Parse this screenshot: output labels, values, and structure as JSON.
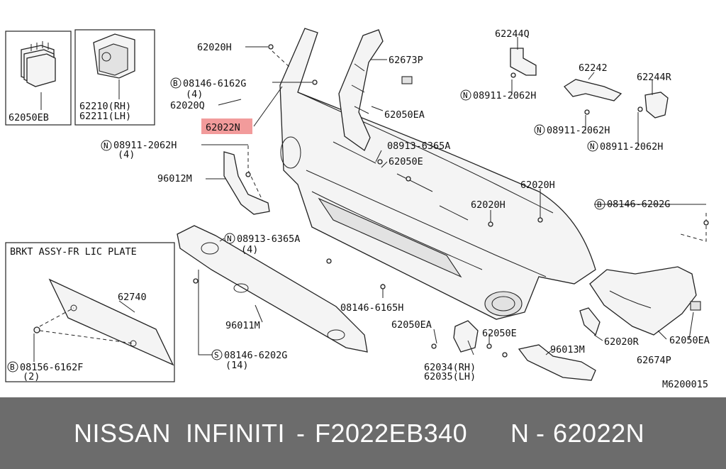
{
  "diagram_id": "M6200015",
  "footer": {
    "brand": "NISSAN  INFINITI",
    "dash1": "-",
    "oem_number": "F2022EB340",
    "n_prefix": "N",
    "dash2": "-",
    "part_number": "62022N"
  },
  "inset_boxes": {
    "clips_box_label": "62050EB",
    "bracket_box_label_rh": "62210(RH)",
    "bracket_box_label_lh": "62211(LH)",
    "lic_plate_title": "BRKT ASSY-FR LIC PLATE"
  },
  "highlight": {
    "part": "62022N",
    "color": "#f08a8a"
  },
  "callouts": {
    "c62020H_top": "62020H",
    "c08146_6162G": "08146-6162G",
    "c08146_6162G_qty": "(4)",
    "c62020Q": "62020Q",
    "c08911_left": "08911-2062H",
    "c08911_left_qty": "(4)",
    "c96012M": "96012M",
    "c62673P": "62673P",
    "c62050EA_top": "62050EA",
    "c08913_6365A_top": "08913-6365A",
    "c62050E_top": "62050E",
    "c62244Q": "62244Q",
    "c08911_q": "08911-2062H",
    "c62242": "62242",
    "c62244R": "62244R",
    "c08911_mid": "08911-2062H",
    "c08911_right": "08911-2062H",
    "c62020H_mid": "62020H",
    "c62020H_right": "62020H",
    "c08146_6202G_right": "08146-6202G",
    "c08913_6365A_low": "08913-6365A",
    "c08913_6365A_low_qty": "(4)",
    "c96011M": "96011M",
    "c08146_6165H": "08146-6165H",
    "c62050EA_low": "62050EA",
    "c62050E_low": "62050E",
    "c62034": "62034(RH)",
    "c62035": "62035(LH)",
    "c96013M": "96013M",
    "c62020R": "62020R",
    "c62674P": "62674P",
    "c62050EA_right": "62050EA",
    "c08146_6202G_low": "08146-6202G",
    "c08146_6202G_low_qty": "(14)",
    "c62740": "62740",
    "c08156_6162F": "08156-6162F",
    "c08156_6162F_qty": "(2)"
  },
  "prefix_marks": {
    "B": "B",
    "N": "N",
    "S": "S"
  }
}
